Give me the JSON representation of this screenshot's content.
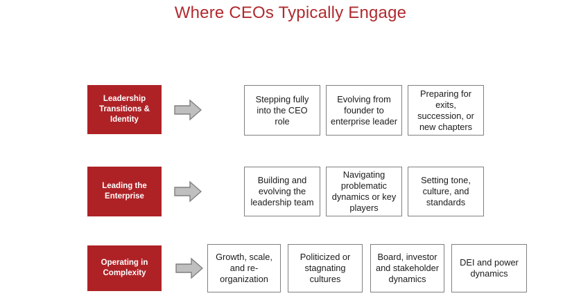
{
  "title": "Where CEOs Typically Engage",
  "accent_color": "#AE2226",
  "title_color": "#B02A2F",
  "arrow_fill": "#BFBFBF",
  "arrow_stroke": "#7F7F7F",
  "box_border_color": "#7F7F7F",
  "rows": [
    {
      "label": "Leadership Transitions & Identity",
      "arrow_icon": "right-arrow-icon",
      "items": [
        "Stepping fully into the CEO role",
        "Evolving from founder to enterprise leader",
        "Preparing for exits, succession, or new chapters"
      ]
    },
    {
      "label": "Leading the Enterprise",
      "arrow_icon": "right-arrow-icon",
      "items": [
        "Building and evolving the leadership team",
        "Navigating problematic dynamics or key players",
        "Setting tone, culture, and standards"
      ]
    },
    {
      "label": "Operating in Complexity",
      "arrow_icon": "right-arrow-icon",
      "items": [
        "Growth, scale, and re-organization",
        "Politicized or stagnating cultures",
        "Board, investor and stakeholder dynamics",
        "DEI and power dynamics"
      ]
    }
  ]
}
